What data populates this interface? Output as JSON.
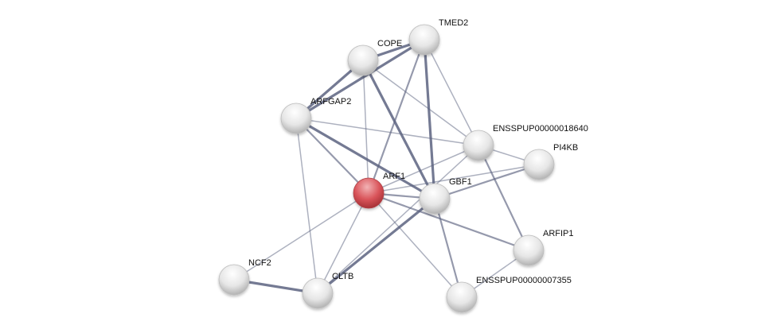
{
  "network": {
    "query_node": "ARF1",
    "colors": {
      "query": "#d9545a",
      "node": "#e8e8e8",
      "edge": "#5c6380"
    },
    "nodes": [
      "TMED2",
      "COPE",
      "ARFGAP2",
      "ENSSPUP00000018640",
      "PI4KB",
      "ARF1",
      "GBF1",
      "ARFIP1",
      "NCF2",
      "CLTB",
      "ENSSPUP00000007355"
    ],
    "edges": [
      [
        "COPE",
        "TMED2",
        "strong"
      ],
      [
        "COPE",
        "ARFGAP2",
        "strong"
      ],
      [
        "TMED2",
        "ARFGAP2",
        "strong"
      ],
      [
        "COPE",
        "GBF1",
        "strong"
      ],
      [
        "COPE",
        "ARF1",
        "weak"
      ],
      [
        "COPE",
        "ENSSPUP00000018640",
        "weak"
      ],
      [
        "TMED2",
        "GBF1",
        "strong"
      ],
      [
        "TMED2",
        "ARF1",
        "medium"
      ],
      [
        "TMED2",
        "ENSSPUP00000018640",
        "weak"
      ],
      [
        "ARFGAP2",
        "ARF1",
        "medium"
      ],
      [
        "ARFGAP2",
        "GBF1",
        "strong"
      ],
      [
        "ARFGAP2",
        "ENSSPUP00000018640",
        "weak"
      ],
      [
        "ARFGAP2",
        "CLTB",
        "weak"
      ],
      [
        "ARF1",
        "GBF1",
        "medium"
      ],
      [
        "ARF1",
        "ENSSPUP00000018640",
        "weak"
      ],
      [
        "ARF1",
        "PI4KB",
        "weak"
      ],
      [
        "ARF1",
        "ARFIP1",
        "medium"
      ],
      [
        "ARF1",
        "NCF2",
        "weak"
      ],
      [
        "ARF1",
        "CLTB",
        "weak"
      ],
      [
        "ARF1",
        "ENSSPUP00000007355",
        "weak"
      ],
      [
        "GBF1",
        "PI4KB",
        "medium"
      ],
      [
        "ENSSPUP00000018640",
        "CLTB",
        "weak"
      ],
      [
        "GBF1",
        "CLTB",
        "strong"
      ],
      [
        "GBF1",
        "ENSSPUP00000007355",
        "medium"
      ],
      [
        "ENSSPUP00000018640",
        "PI4KB",
        "weak"
      ],
      [
        "ENSSPUP00000018640",
        "ARFIP1",
        "medium"
      ],
      [
        "ARFIP1",
        "ENSSPUP00000007355",
        "weak"
      ],
      [
        "NCF2",
        "CLTB",
        "strong"
      ]
    ]
  }
}
